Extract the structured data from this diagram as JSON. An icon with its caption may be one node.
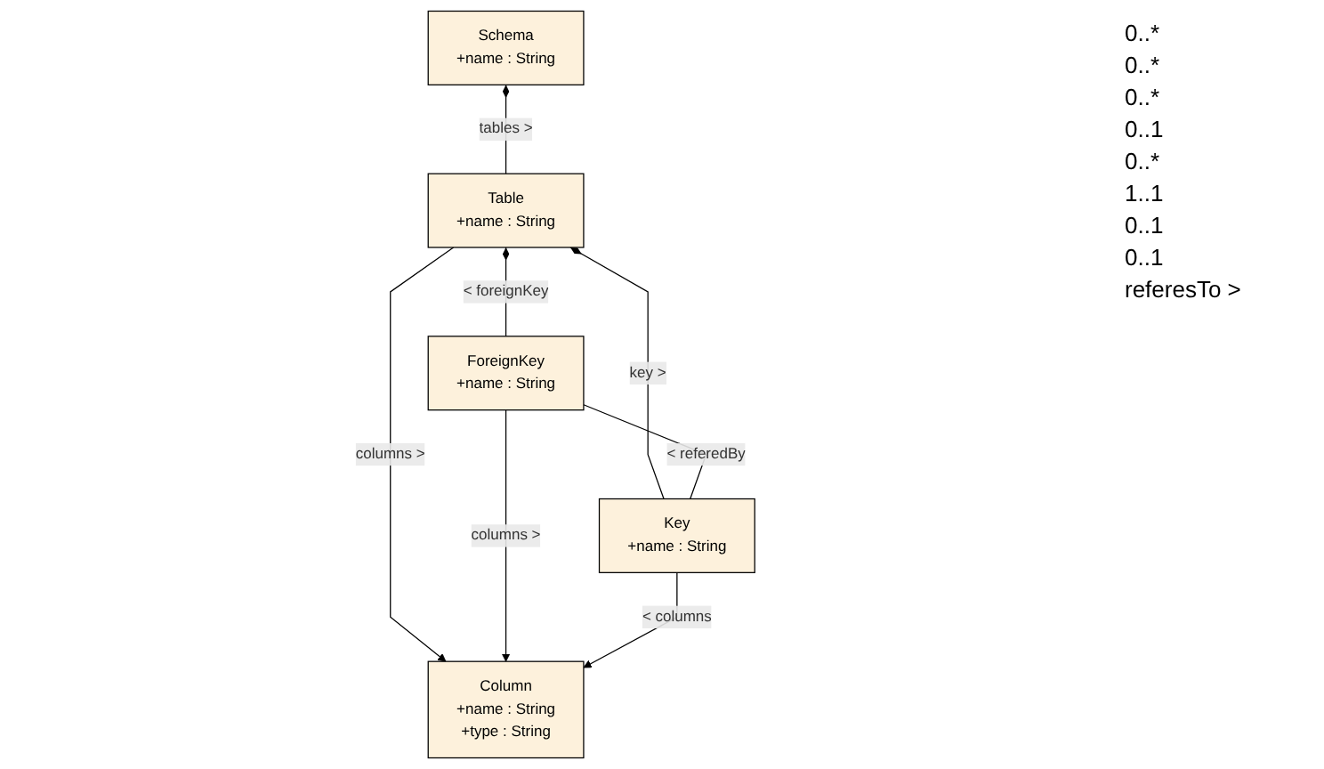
{
  "diagram": {
    "nodes": [
      {
        "text": [
          "Column",
          "+name : String",
          "+type : String"
        ]
      },
      {
        "text": [
          "Schema",
          "+name : String"
        ]
      },
      {
        "text": [
          "Table",
          "+name : String"
        ]
      },
      {
        "text": [
          "Key",
          "+name : String"
        ]
      },
      {
        "text": [
          "ForeignKey",
          "+name : String"
        ]
      }
    ],
    "edges": [
      {
        "from": 2,
        "to": 0,
        "arrow": "to",
        "label": "columns >"
      },
      {
        "from": 1,
        "to": 2,
        "arrow": "other",
        "label": "tables >"
      },
      {
        "from": 2,
        "to": 3,
        "arrow": "other",
        "label": "key >"
      },
      {
        "from": 2,
        "to": 4,
        "arrow": "other",
        "label": "< foreignKey"
      },
      {
        "from": 4,
        "to": 0,
        "arrow": "to",
        "label": "columns >"
      },
      {
        "from": 3,
        "to": 0,
        "arrow": "to",
        "label": "< columns"
      },
      {
        "from": 4,
        "to": 3,
        "arrow": "none",
        "label": "< referedBy"
      }
    ],
    "labels": [
      "0..*",
      "0..*",
      "0..*",
      "0..1",
      "0..*",
      "1..1",
      "0..1",
      "0..1",
      "referesTo >"
    ]
  }
}
